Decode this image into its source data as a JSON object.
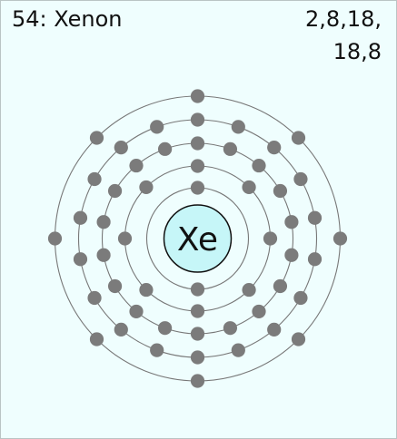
{
  "element": {
    "atomic_number": "54",
    "name": "Xenon",
    "symbol": "Xe",
    "title": "54: Xenon"
  },
  "configuration": {
    "line1": "2,8,18,",
    "line2": "18,8"
  },
  "shells": [
    {
      "shell": 1,
      "electrons": 2
    },
    {
      "shell": 2,
      "electrons": 8
    },
    {
      "shell": 3,
      "electrons": 18
    },
    {
      "shell": 4,
      "electrons": 18
    },
    {
      "shell": 5,
      "electrons": 8
    }
  ],
  "colors": {
    "background": "#effefe",
    "nucleus_fill": "#c6f6f8",
    "orbit_stroke": "#777777",
    "electron_fill": "#7b7b7b",
    "text": "#111111"
  }
}
